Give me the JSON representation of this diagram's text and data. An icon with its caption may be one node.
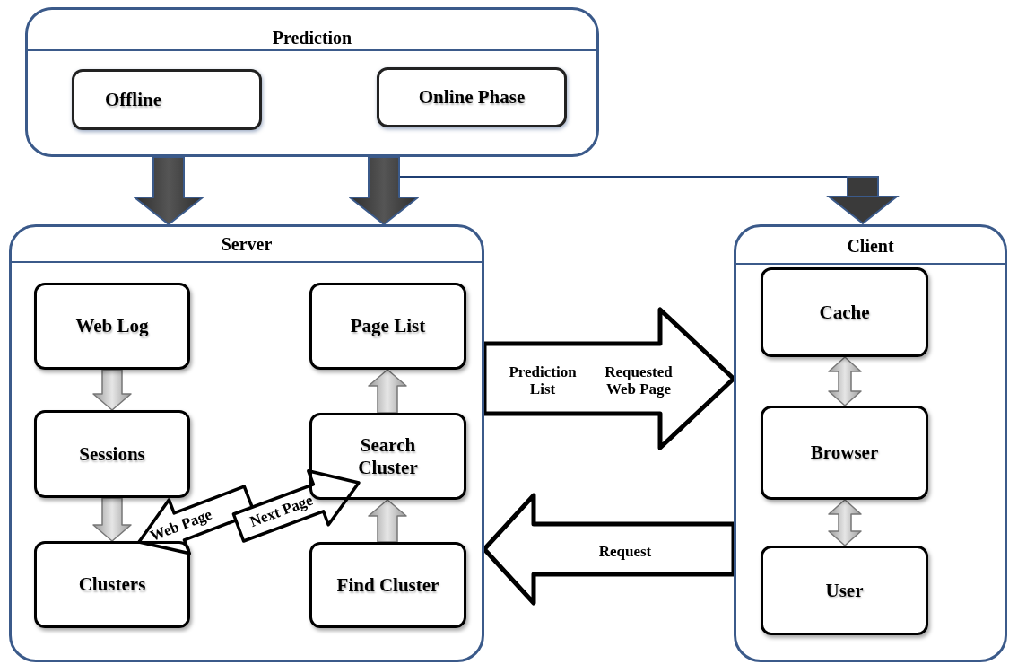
{
  "diagram": {
    "nodes": [
      {
        "text": [
          "Prediction"
        ]
      },
      {
        "text": [
          "Offline"
        ],
        "in": 0
      },
      {
        "text": [
          "Online Phase"
        ],
        "in": 0
      },
      {
        "text": [
          "Server"
        ]
      },
      {
        "text": [
          "Web Log"
        ],
        "in": 3
      },
      {
        "text": [
          "Sessions"
        ],
        "in": 3
      },
      {
        "text": [
          "Clusters"
        ],
        "in": 3
      },
      {
        "text": [
          "Page List"
        ],
        "in": 3
      },
      {
        "text": [
          "Search Cluster"
        ],
        "in": 3
      },
      {
        "text": [
          "Find Cluster"
        ],
        "in": 3
      },
      {
        "text": [
          "Client"
        ]
      },
      {
        "text": [
          "Cache"
        ],
        "in": 10
      },
      {
        "text": [
          "Browser"
        ],
        "in": 10
      },
      {
        "text": [
          "User"
        ],
        "in": 10
      }
    ],
    "edges": [
      {
        "from": 0,
        "to": 3,
        "arrow": "to"
      },
      {
        "from": 0,
        "to": 3,
        "arrow": "to"
      },
      {
        "from": 0,
        "to": 10,
        "arrow": "to"
      },
      {
        "from": 4,
        "to": 5,
        "arrow": "to"
      },
      {
        "from": 5,
        "to": 6,
        "arrow": "to"
      },
      {
        "from": 9,
        "to": 8,
        "arrow": "to"
      },
      {
        "from": 8,
        "to": 7,
        "arrow": "to"
      },
      {
        "from": 8,
        "to": 6,
        "arrow": "to",
        "label": "Web Page"
      },
      {
        "from": 6,
        "to": 8,
        "arrow": "to",
        "label": "Next Page"
      },
      {
        "from": 3,
        "to": 10,
        "arrow": "to",
        "label": "Prediction List"
      },
      {
        "from": 10,
        "to": 3,
        "arrow": "to",
        "label": "Request"
      },
      {
        "from": 11,
        "to": 12,
        "arrow": "both"
      },
      {
        "from": 12,
        "to": 13,
        "arrow": "both"
      }
    ],
    "labels": [
      "Requested Web Page"
    ]
  }
}
